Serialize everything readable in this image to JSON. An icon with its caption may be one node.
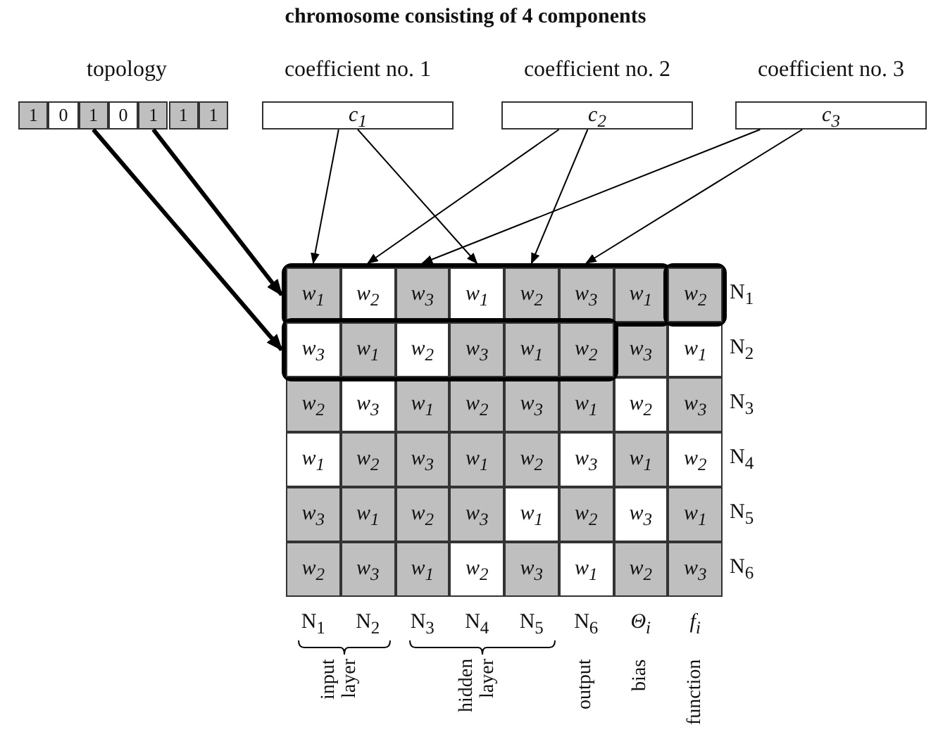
{
  "diagram": {
    "title": "chromosome consisting of 4 components",
    "nodes": [
      {
        "text": [
          "topology"
        ]
      },
      {
        "text": [
          "1"
        ],
        "in": 0
      },
      {
        "text": [
          "0"
        ],
        "in": 0
      },
      {
        "text": [
          "1"
        ],
        "in": 0
      },
      {
        "text": [
          "0"
        ],
        "in": 0
      },
      {
        "text": [
          "1"
        ],
        "in": 0
      },
      {
        "text": [
          "1"
        ],
        "in": 0
      },
      {
        "text": [
          "1"
        ],
        "in": 0
      },
      {
        "text": [
          "coefficient no. 1",
          "c$_{1}$"
        ]
      },
      {
        "text": [
          "coefficient no. 2",
          "c$_{2}$"
        ]
      },
      {
        "text": [
          "coefficient no. 3",
          "c$_{3}$"
        ]
      },
      {
        "text": [],
        "shape": "box"
      },
      {
        "text": [
          "w$_{1}$"
        ],
        "in": 11
      },
      {
        "text": [
          "w$_{2}$"
        ],
        "in": 11
      },
      {
        "text": [
          "w$_{3}$"
        ],
        "in": 11
      },
      {
        "text": [
          "w$_{1}$"
        ],
        "in": 11
      },
      {
        "text": [
          "w$_{2}$"
        ],
        "in": 11
      },
      {
        "text": [
          "w$_{3}$"
        ],
        "in": 11
      },
      {
        "text": [
          "w$_{1}$"
        ],
        "in": 11
      },
      {
        "text": [],
        "shape": "box"
      },
      {
        "text": [
          "w$_{2}$"
        ],
        "in": 19
      },
      {
        "text": [],
        "shape": "box"
      },
      {
        "text": [
          "w$_{3}$"
        ],
        "in": 21
      },
      {
        "text": [
          "w$_{1}$"
        ],
        "in": 21
      },
      {
        "text": [
          "w$_{2}$"
        ],
        "in": 21
      },
      {
        "text": [
          "w$_{3}$"
        ],
        "in": 21
      },
      {
        "text": [
          "w$_{1}$"
        ],
        "in": 21
      },
      {
        "text": [
          "w$_{2}$"
        ],
        "in": 21
      },
      {
        "text": [
          "w$_{3}$"
        ]
      },
      {
        "text": [
          "w$_{1}$"
        ]
      },
      {
        "text": [
          "w$_{2}$"
        ]
      },
      {
        "text": [
          "w$_{3}$"
        ]
      },
      {
        "text": [
          "w$_{1}$"
        ]
      },
      {
        "text": [
          "w$_{2}$"
        ]
      },
      {
        "text": [
          "w$_{3}$"
        ]
      },
      {
        "text": [
          "w$_{1}$"
        ]
      },
      {
        "text": [
          "w$_{2}$"
        ]
      },
      {
        "text": [
          "w$_{3}$"
        ]
      },
      {
        "text": [
          "w$_{1}$"
        ]
      },
      {
        "text": [
          "w$_{2}$"
        ]
      },
      {
        "text": [
          "w$_{3}$"
        ]
      },
      {
        "text": [
          "w$_{1}$"
        ]
      },
      {
        "text": [
          "w$_{2}$"
        ]
      },
      {
        "text": [
          "w$_{3}$"
        ]
      },
      {
        "text": [
          "w$_{1}$"
        ]
      },
      {
        "text": [
          "w$_{2}$"
        ]
      },
      {
        "text": [
          "w$_{3}$"
        ]
      },
      {
        "text": [
          "w$_{1}$"
        ]
      },
      {
        "text": [
          "w$_{2}$"
        ]
      },
      {
        "text": [
          "w$_{3}$"
        ]
      },
      {
        "text": [
          "w$_{1}$"
        ]
      },
      {
        "text": [
          "w$_{2}$"
        ]
      },
      {
        "text": [
          "w$_{3}$"
        ]
      },
      {
        "text": [
          "w$_{1}$"
        ]
      },
      {
        "text": [
          "w$_{2}$"
        ]
      },
      {
        "text": [
          "w$_{3}$"
        ]
      },
      {
        "text": [
          "w$_{1}$"
        ]
      },
      {
        "text": [
          "w$_{2}$"
        ]
      },
      {
        "text": [
          "w$_{3}$"
        ]
      },
      {
        "text": [
          "w$_{1}$"
        ]
      },
      {
        "text": [
          "w$_{2}$"
        ]
      },
      {
        "text": [
          "w$_{3}$"
        ]
      }
    ],
    "edges": [
      {
        "from": 3,
        "to": 21,
        "arrow": "to",
        "style": "thick"
      },
      {
        "from": 5,
        "to": 11,
        "arrow": "to",
        "style": "thick"
      },
      {
        "from": 8,
        "to": 12,
        "arrow": "to"
      },
      {
        "from": 8,
        "to": 15,
        "arrow": "to"
      },
      {
        "from": 9,
        "to": 13,
        "arrow": "to"
      },
      {
        "from": 9,
        "to": 16,
        "arrow": "to"
      },
      {
        "from": 10,
        "to": 14,
        "arrow": "to"
      },
      {
        "from": 10,
        "to": 17,
        "arrow": "to"
      }
    ],
    "labels": [
      "N$_{1}$",
      "N$_{2}$",
      "N$_{3}$",
      "N$_{4}$",
      "N$_{5}$",
      "N$_{6}$",
      "N$_{1}$",
      "N$_{2}$",
      "N$_{3}$",
      "N$_{4}$",
      "N$_{5}$",
      "N$_{6}$",
      "Θ$_{i}$",
      "f$_{i}$",
      "input layer",
      "hidden layer",
      "output",
      "bias",
      "function"
    ]
  }
}
